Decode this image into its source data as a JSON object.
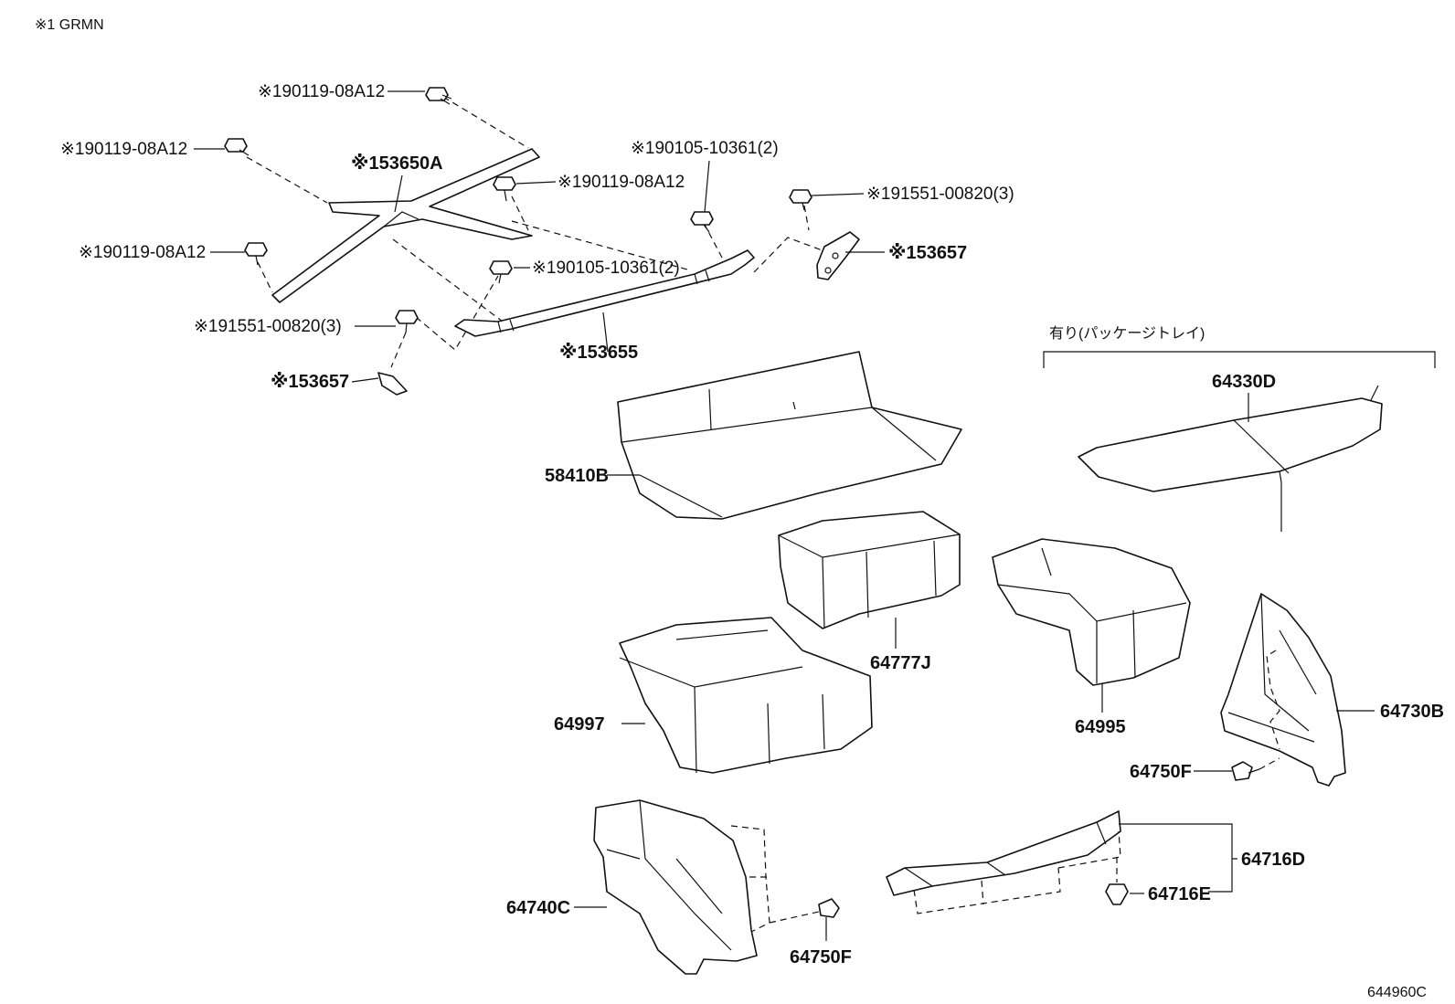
{
  "header": {
    "note": "※1 GRMN"
  },
  "footer": {
    "code": "644960C"
  },
  "group": {
    "label": "有り(パッケージトレイ)"
  },
  "labels": {
    "bolt_top": "※190119-08A12",
    "bolt_left": "※190119-08A12",
    "brace_a": "※153650A",
    "bolt_mid": "※190119-08A12",
    "bolt_lower_left": "※190119-08A12",
    "bolt_1036_top": "※190105-10361(2)",
    "bolt_1036_mid": "※190105-10361(2)",
    "bolt_0082_right": "※191551-00820(3)",
    "bolt_0082_left": "※191551-00820(3)",
    "bracket_right": "※153657",
    "bracket_left": "※153657",
    "brace_bar": "※153655",
    "cover": "58410B",
    "tray": "64330D",
    "box": "64777J",
    "box_b": "64995",
    "box_c": "64997",
    "panel_r": "64730B",
    "clip_r": "64750F",
    "panel_l": "64740C",
    "clip_l": "64750F",
    "sill": "64716D",
    "clip_sill": "64716E"
  }
}
